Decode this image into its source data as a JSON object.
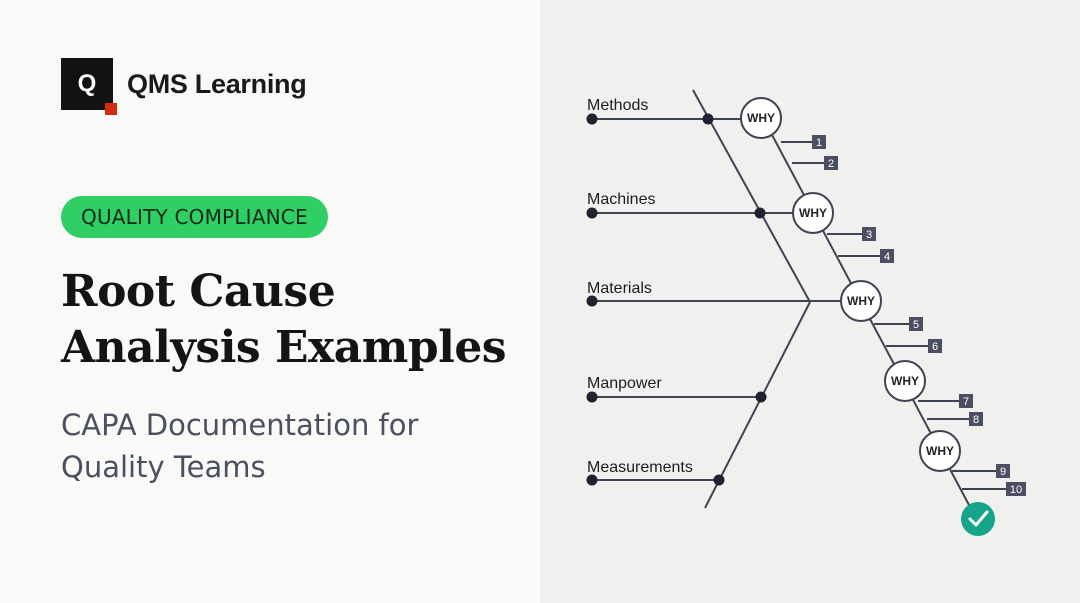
{
  "brand": {
    "logo_letter": "Q",
    "name": "QMS Learning"
  },
  "badge": {
    "label": "QUALITY COMPLIANCE"
  },
  "title": {
    "line1": "Root Cause",
    "line2": "Analysis Examples"
  },
  "subtitle": {
    "line1": "CAPA Documentation for",
    "line2": "Quality Teams"
  },
  "diagram": {
    "categories": [
      "Methods",
      "Machines",
      "Materials",
      "Manpower",
      "Measurements"
    ],
    "why_label": "WHY",
    "steps": [
      "1",
      "2",
      "3",
      "4",
      "5",
      "6",
      "7",
      "8",
      "9",
      "10"
    ],
    "final_icon": "check-icon"
  },
  "colors": {
    "accent_green": "#2fcf66",
    "check_teal": "#16a58a",
    "logo_red": "#d42a12",
    "line": "#3f4453",
    "step_box": "#4a5062"
  }
}
